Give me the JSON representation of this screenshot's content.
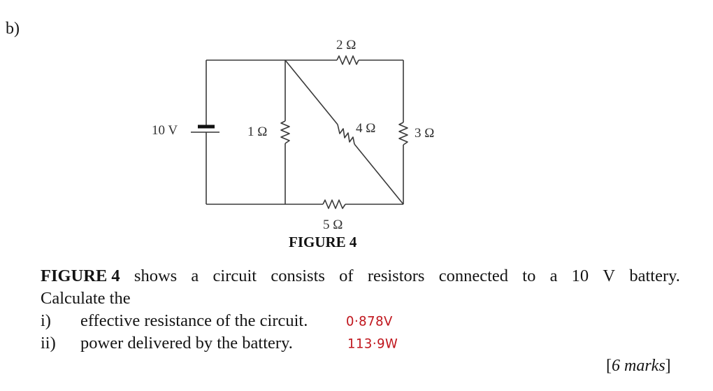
{
  "question": {
    "part_label": "b)",
    "figure": {
      "caption": "FIGURE 4",
      "battery": {
        "label": "10 V",
        "voltage_v": 10
      },
      "resistors": [
        {
          "id": "r-top",
          "label": "2 Ω",
          "ohms": 2
        },
        {
          "id": "r-middle-vertical",
          "label": "1 Ω",
          "ohms": 1
        },
        {
          "id": "r-diagonal",
          "label": "4 Ω",
          "ohms": 4
        },
        {
          "id": "r-right",
          "label": "3 Ω",
          "ohms": 3
        },
        {
          "id": "r-bottom",
          "label": "5 Ω",
          "ohms": 5
        }
      ]
    },
    "statement": {
      "figure_ref": "FIGURE 4",
      "line1_words": [
        "shows",
        "a",
        "circuit",
        "consists",
        "of",
        "resistors",
        "connected",
        "to",
        "a",
        "10",
        "V",
        "battery."
      ],
      "line2": "Calculate the"
    },
    "items": [
      {
        "num": "i)",
        "text": "effective resistance of the circuit.",
        "handwritten_answer": "0·878V"
      },
      {
        "num": "ii)",
        "text": "power delivered by the battery.",
        "handwritten_answer": "113·9W"
      }
    ],
    "marks": {
      "open": "[",
      "text": "6 marks",
      "close": "]"
    }
  },
  "colors": {
    "ink": "#141414",
    "wire": "#3a3a3a",
    "handwriting": "#c0161d"
  }
}
